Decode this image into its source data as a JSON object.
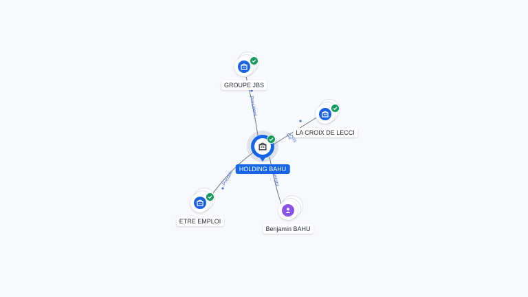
{
  "center": {
    "name": "HOLDING BAHU",
    "icon": "building-icon"
  },
  "nodes": {
    "groupe_jbs": {
      "name": "GROUPE JBS",
      "icon": "building-icon",
      "verified": true
    },
    "croix": {
      "name": "LA CROIX DE LECCI",
      "icon": "building-icon",
      "verified": true
    },
    "etre": {
      "name": "ETRE EMPLOI",
      "icon": "building-icon",
      "verified": true
    },
    "benjamin": {
      "name": "Benjamin BAHU",
      "icon": "person-icon",
      "verified": false
    }
  },
  "edges": {
    "groupe_jbs": "President",
    "croix_a": "Ge",
    "croix_b": "Ass",
    "etre": "Preside",
    "benjamin": "Gerant"
  },
  "colors": {
    "brand": "#1565e8",
    "verified": "#149b5d",
    "person": "#8a55e6",
    "edge_text": "#4a74d8"
  }
}
